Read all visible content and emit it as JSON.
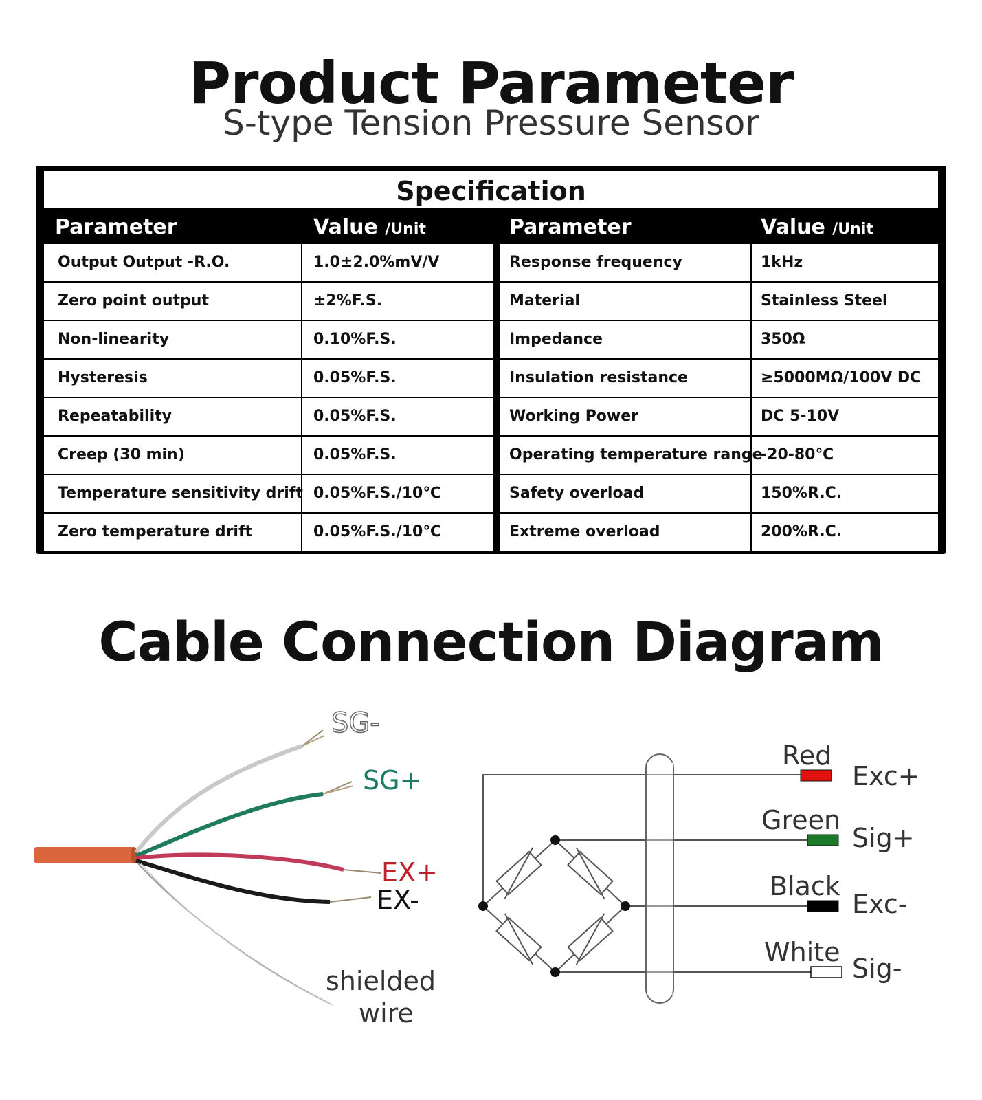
{
  "header": {
    "title": "Product Parameter",
    "subtitle": "S-type Tension Pressure Sensor"
  },
  "spec": {
    "title": "Specification",
    "param_header": "Parameter",
    "value_header": "Value",
    "unit_header": "/Unit",
    "left_rows": [
      {
        "param": "Output Output -R.O.",
        "value": "1.0±2.0%mV/V"
      },
      {
        "param": "Zero point output",
        "value": "±2%F.S."
      },
      {
        "param": "Non-linearity",
        "value": "0.10%F.S."
      },
      {
        "param": "Hysteresis",
        "value": "0.05%F.S."
      },
      {
        "param": "Repeatability",
        "value": "0.05%F.S."
      },
      {
        "param": "Creep (30 min)",
        "value": "0.05%F.S."
      },
      {
        "param": "Temperature sensitivity drift",
        "value": "0.05%F.S./10℃"
      },
      {
        "param": "Zero temperature drift",
        "value": "0.05%F.S./10℃"
      }
    ],
    "right_rows": [
      {
        "param": "Response frequency",
        "value": "1kHz"
      },
      {
        "param": "Material",
        "value": "Stainless Steel"
      },
      {
        "param": "Impedance",
        "value": " 350Ω"
      },
      {
        "param": "Insulation resistance",
        "value": "≥5000MΩ/100V DC"
      },
      {
        "param": "Working Power",
        "value": "DC 5-10V"
      },
      {
        "param": "Operating temperature range",
        "value": "-20-80℃"
      },
      {
        "param": "Safety overload",
        "value": "150%R.C."
      },
      {
        "param": "Extreme overload",
        "value": "200%R.C."
      }
    ]
  },
  "diagram": {
    "title": "Cable Connection Diagram",
    "photo_labels": {
      "sg_minus": "SG-",
      "sg_plus": "SG+",
      "ex_plus": "EX+",
      "ex_minus": "EX-",
      "shielded_1": "shielded",
      "shielded_2": "wire"
    },
    "wires": [
      {
        "color_name": "Red",
        "signal": "Exc+",
        "hex": "#e31010"
      },
      {
        "color_name": "Green",
        "signal": "Sig+",
        "hex": "#1a7a2a"
      },
      {
        "color_name": "Black",
        "signal": "Exc-",
        "hex": "#000000"
      },
      {
        "color_name": "White",
        "signal": "Sig-",
        "hex": "#ffffff"
      }
    ],
    "colors": {
      "cable": "#d9663d",
      "sg_plus_label": "#1e7a63",
      "ex_plus_label": "#c0202a",
      "wire_green": "#1f7a5e",
      "wire_red": "#c23a5a"
    }
  }
}
